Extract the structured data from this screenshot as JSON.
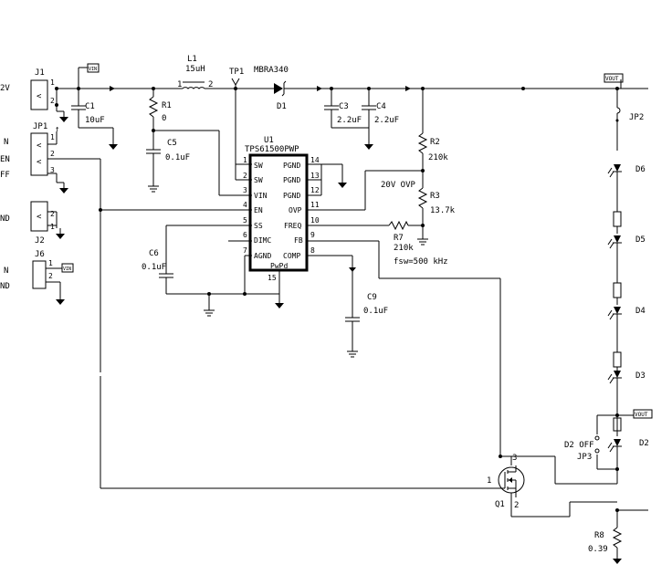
{
  "connectors": {
    "j1": {
      "ref": "J1",
      "pins": [
        "1",
        "2"
      ],
      "cut_label": "2V"
    },
    "jp1": {
      "ref": "JP1",
      "pins": [
        "1",
        "2",
        "3"
      ],
      "cut_labels": [
        "N",
        "EN",
        "FF"
      ]
    },
    "j2": {
      "ref": "J2",
      "pins": [
        "1",
        "2"
      ],
      "cut_label": "ND"
    },
    "j6": {
      "ref": "J6",
      "pins": [
        "1",
        "2"
      ],
      "cut_labels": [
        "N",
        "ND"
      ]
    }
  },
  "net_flags": {
    "vin_1": "VIN",
    "vin_2": "VIN",
    "vout_1": "VOUT",
    "vout_2": "VOUT"
  },
  "inductor": {
    "ref": "L1",
    "value": "15uH",
    "pin1": "1",
    "pin2": "2"
  },
  "testpoint": {
    "ref": "TP1"
  },
  "diode_d1": {
    "ref": "D1",
    "part": "MBRA340"
  },
  "capacitors": {
    "c1": {
      "ref": "C1",
      "value": "10uF"
    },
    "c3": {
      "ref": "C3",
      "value": "2.2uF"
    },
    "c4": {
      "ref": "C4",
      "value": "2.2uF"
    },
    "c5": {
      "ref": "C5",
      "value": "0.1uF"
    },
    "c6": {
      "ref": "C6",
      "value": "0.1uF"
    },
    "c9": {
      "ref": "C9",
      "value": "0.1uF"
    }
  },
  "resistors": {
    "r1": {
      "ref": "R1",
      "value": "0"
    },
    "r2": {
      "ref": "R2",
      "value": "210k"
    },
    "r3": {
      "ref": "R3",
      "value": "13.7k"
    },
    "r7": {
      "ref": "R7",
      "value": "210k"
    },
    "r8": {
      "ref": "R8",
      "value": "0.39"
    }
  },
  "ic": {
    "ref": "U1",
    "part": "TPS61500PWP",
    "pad_label": "PwPd",
    "pad_pin": "15",
    "left_pins": [
      {
        "num": "1",
        "name": "SW"
      },
      {
        "num": "2",
        "name": "SW"
      },
      {
        "num": "3",
        "name": "VIN"
      },
      {
        "num": "4",
        "name": "EN"
      },
      {
        "num": "5",
        "name": "SS"
      },
      {
        "num": "6",
        "name": "DIMC"
      },
      {
        "num": "7",
        "name": "AGND"
      }
    ],
    "right_pins": [
      {
        "num": "14",
        "name": "PGND"
      },
      {
        "num": "13",
        "name": "PGND"
      },
      {
        "num": "12",
        "name": "PGND"
      },
      {
        "num": "11",
        "name": "OVP"
      },
      {
        "num": "10",
        "name": "FREQ"
      },
      {
        "num": "9",
        "name": "FB"
      },
      {
        "num": "8",
        "name": "COMP"
      }
    ]
  },
  "annotations": {
    "ovp": "20V OVP",
    "fsw": "fsw=500 kHz"
  },
  "jumpers": {
    "jp2": {
      "ref": "JP2"
    },
    "jp3": {
      "ref": "JP3",
      "label": "D2 OFF"
    }
  },
  "leds": {
    "d6": "D6",
    "d5": "D5",
    "d4": "D4",
    "d3": "D3",
    "d2": "D2"
  },
  "mosfet": {
    "ref": "Q1",
    "pin1": "1",
    "pin2": "2",
    "pin3": "3"
  }
}
